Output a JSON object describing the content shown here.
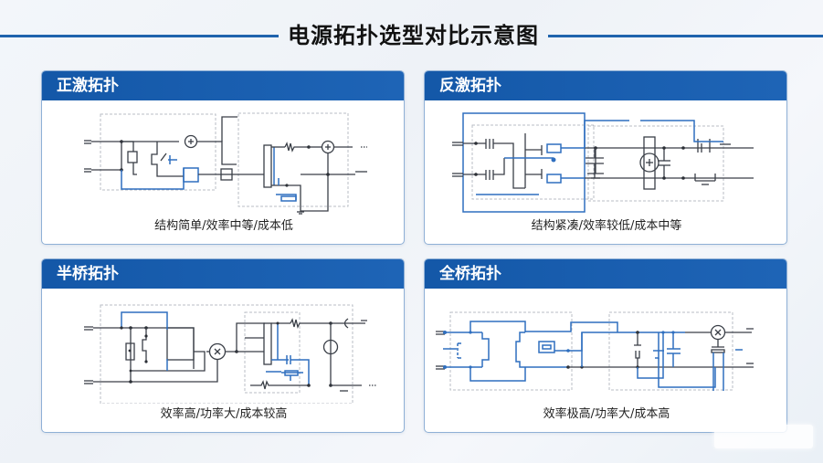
{
  "page": {
    "title": "电源拓扑选型对比示意图"
  },
  "colors": {
    "accent": "#1e64b6",
    "header_bg": "#1458a8",
    "wire": "#3a3f47",
    "wire_highlight": "#2f6fbf",
    "background": "#f1f4f8"
  },
  "panels": [
    {
      "id": "forward",
      "title": "正激拓扑",
      "caption": "结构简单/效率中等/成本低"
    },
    {
      "id": "flyback",
      "title": "反激拓扑",
      "caption": "结构紧凑/效率较低/成本中等"
    },
    {
      "id": "half-bridge",
      "title": "半桥拓扑",
      "caption": "效率高/功率大/成本较高"
    },
    {
      "id": "full-bridge",
      "title": "全桥拓扑",
      "caption": "效率极高/功率大/成本高"
    }
  ]
}
